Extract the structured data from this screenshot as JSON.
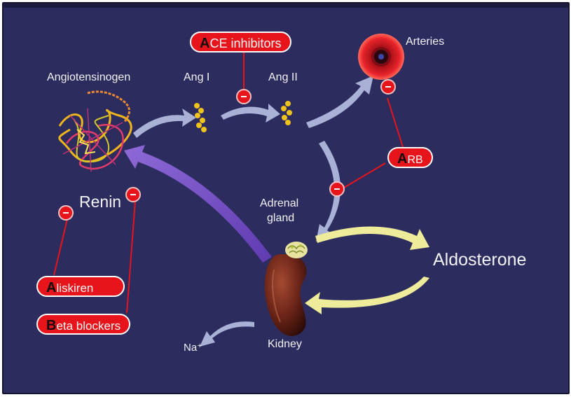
{
  "labels": {
    "angiotensinogen": "Angiotensinogen",
    "ang1": "Ang I",
    "ang2": "Ang II",
    "arteries": "Arteries",
    "renin": "Renin",
    "adrenal_line1": "Adrenal",
    "adrenal_line2": "gland",
    "aldosterone": "Aldosterone",
    "kidney": "Kidney",
    "na": "Na⁺"
  },
  "drugs": {
    "ace": {
      "cap": "A",
      "rest": "CE inhibitors"
    },
    "arb": {
      "cap": "A",
      "rest": "RB"
    },
    "aliskiren": {
      "cap": "A",
      "rest": "liskiren"
    },
    "beta": {
      "cap": "B",
      "rest": "eta blockers"
    }
  },
  "colors": {
    "background": "#2c2c5e",
    "inhibitor_red": "#e8141c",
    "arrow_grey": "#a9b1d6",
    "arrow_yellow": "#eeeb9a",
    "arrow_purple": "#7c55c8",
    "kidney": "#6b2418"
  },
  "icons": {
    "inhibit": "minus-circle-icon",
    "molecule": "peptide-molecule-icon",
    "artery": "artery-cross-section-icon",
    "kidney": "kidney-icon",
    "adrenal": "adrenal-gland-icon"
  }
}
